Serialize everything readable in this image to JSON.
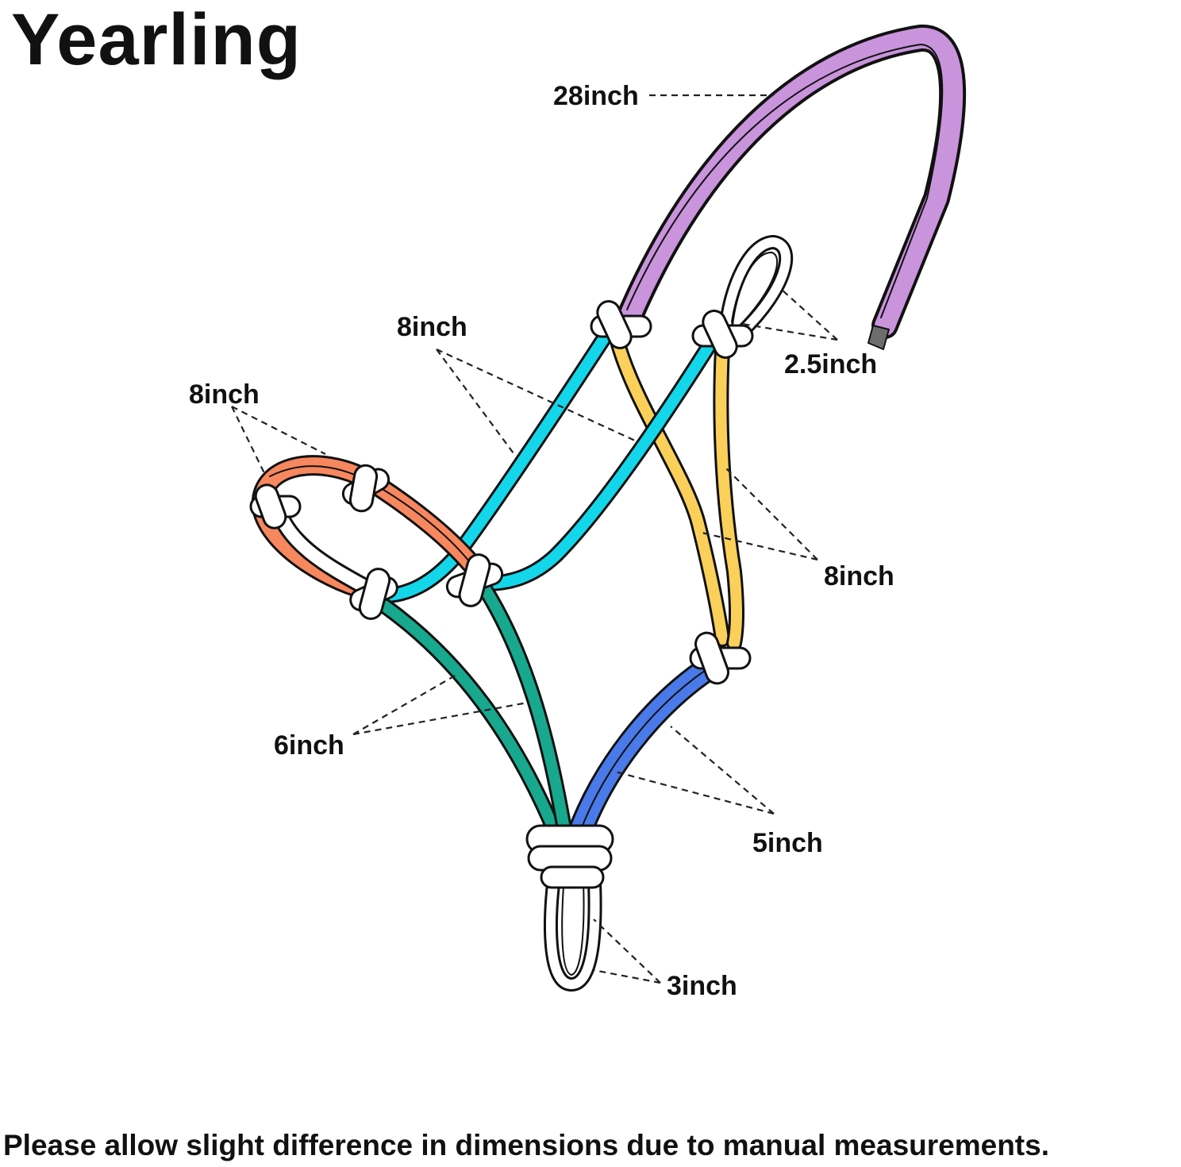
{
  "title": "Yearling",
  "footer_note": "Please allow slight difference in dimensions due to manual measurements.",
  "labels": {
    "crown": "28inch",
    "tail_loop": "2.5inch",
    "cheek_upper": "8inch",
    "nose_loop": "8inch",
    "cheek_right": "8inch",
    "chin_left": "6inch",
    "chin_right": "5inch",
    "lead_loop": "3inch"
  },
  "colors": {
    "crown": "#c994dc",
    "cheek": "#14d6ea",
    "throat": "#fbd05a",
    "noseband": "#f7875f",
    "chin_left": "#17a88e",
    "chin_right": "#4a7ae9",
    "knot": "#ffffff",
    "outline": "#111111"
  }
}
